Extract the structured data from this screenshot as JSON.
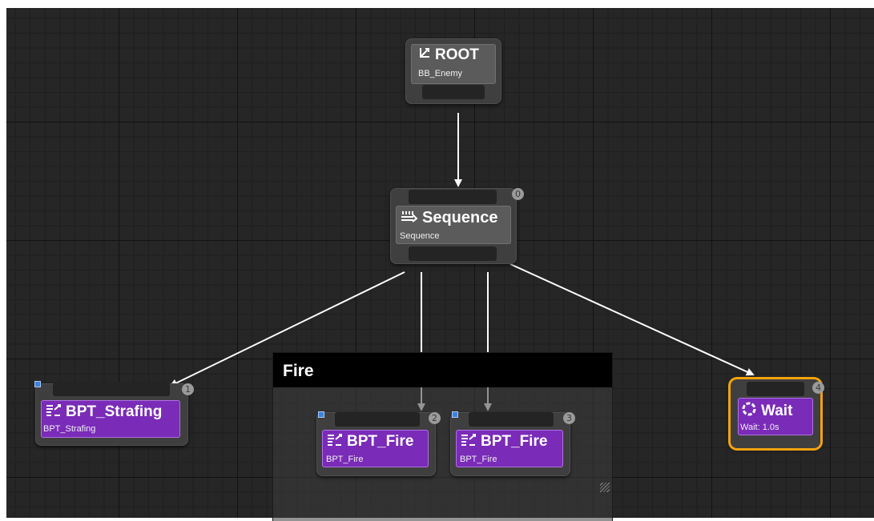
{
  "graph": {
    "comment": {
      "title": "Fire"
    },
    "nodes": {
      "root": {
        "title": "ROOT",
        "subtitle": "BB_Enemy",
        "icon": "root-icon"
      },
      "sequence": {
        "title": "Sequence",
        "subtitle": "Sequence",
        "index": "0",
        "icon": "sequence-icon"
      },
      "strafing": {
        "title": "BPT_Strafing",
        "subtitle": "BPT_Strafing",
        "index": "1",
        "icon": "task-icon"
      },
      "fire_a": {
        "title": "BPT_Fire",
        "subtitle": "BPT_Fire",
        "index": "2",
        "icon": "task-icon"
      },
      "fire_b": {
        "title": "BPT_Fire",
        "subtitle": "BPT_Fire",
        "index": "3",
        "icon": "task-icon"
      },
      "wait": {
        "title": "Wait",
        "subtitle": "Wait: 1.0s",
        "index": "4",
        "icon": "wait-icon",
        "selected": true
      }
    }
  },
  "colors": {
    "background": "#262626",
    "task_panel": "#7a2bb8",
    "composite_panel": "#5b5b5b",
    "selection": "#f2a30f",
    "wire": "#ffffff"
  }
}
